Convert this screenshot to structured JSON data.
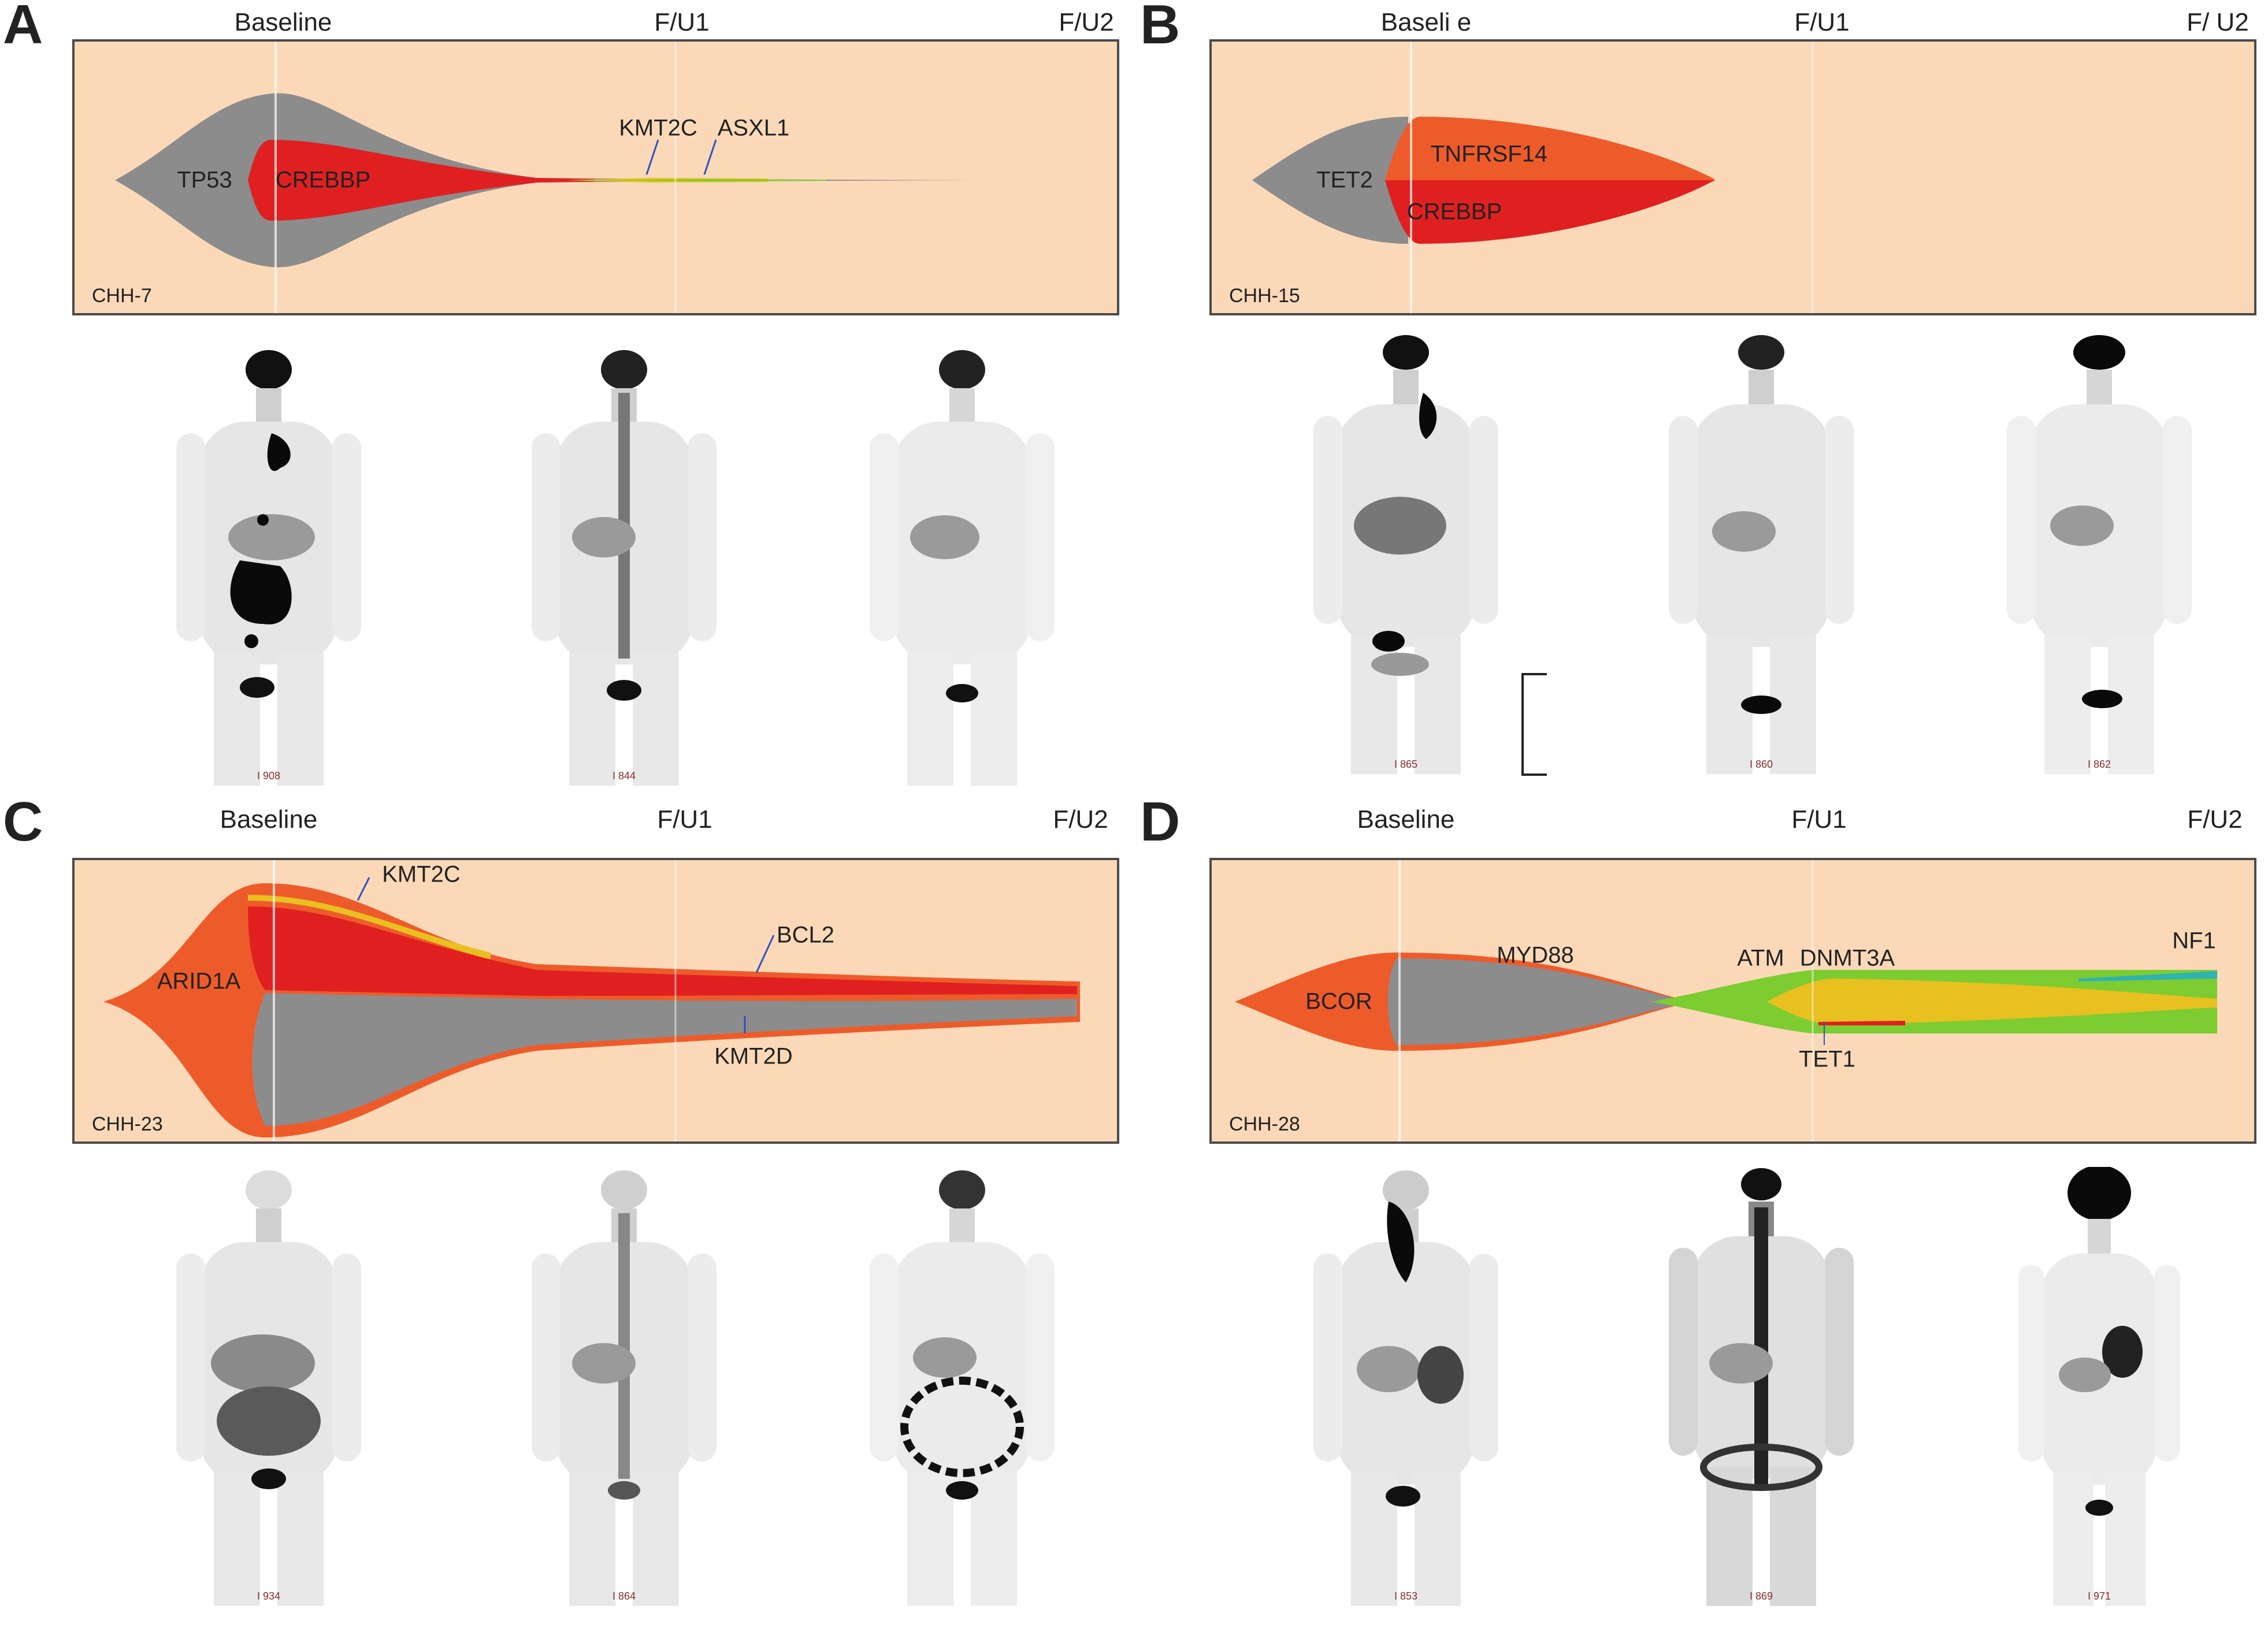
{
  "colors": {
    "grey": "#8c8c8c",
    "red": "#e02020",
    "orange": "#ee5b2a",
    "yellow": "#e8c020",
    "green": "#7ccc32",
    "teal": "#2eb3b0",
    "background": "#fbd9b8"
  },
  "panels": [
    {
      "letter": "A",
      "patient": "CHH-7",
      "timepoints": [
        "Baseline",
        "F/U1",
        "F/U2"
      ],
      "genes": [
        "TP53",
        "CREBBP",
        "KMT2C",
        "ASXL1"
      ],
      "scan_captions": [
        "I 908",
        "I 844",
        ""
      ]
    },
    {
      "letter": "B",
      "patient": "CHH-15",
      "timepoints": [
        "Baseli e",
        "F/U1",
        "F/ U2"
      ],
      "genes": [
        "TET2",
        "TNFRSF14",
        "CREBBP"
      ],
      "scan_captions": [
        "I 865",
        "I 860",
        "I 862"
      ]
    },
    {
      "letter": "C",
      "patient": "CHH-23",
      "timepoints": [
        "Baseline",
        "F/U1",
        "F/U2"
      ],
      "genes": [
        "ARID1A",
        "KMT2C",
        "BCL2",
        "KMT2D"
      ],
      "scan_captions": [
        "I 934",
        "I 864",
        ""
      ]
    },
    {
      "letter": "D",
      "patient": "CHH-28",
      "timepoints": [
        "Baseline",
        "F/U1",
        "F/U2"
      ],
      "genes": [
        "BCOR",
        "MYD88",
        "ATM",
        "DNMT3A",
        "NF1",
        "TET1"
      ],
      "scan_captions": [
        "I 853",
        "I 869",
        "I 971"
      ]
    }
  ]
}
